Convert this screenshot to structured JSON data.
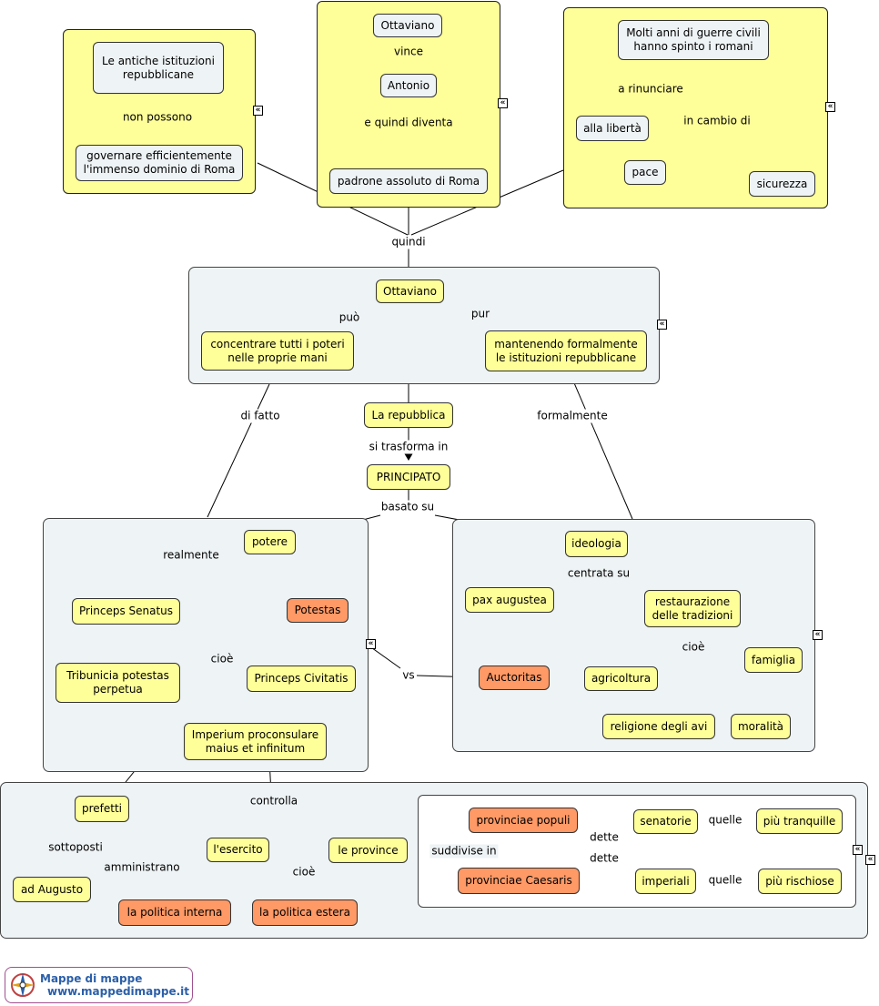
{
  "nodes": {
    "istituzioni": "Le antiche istituzioni\nrepubblicane",
    "governare": "governare efficientemente\nl'immenso dominio di Roma",
    "ottaviano_top": "Ottaviano",
    "antonio": "Antonio",
    "padrone": "padrone assoluto di Roma",
    "guerre": "Molti anni di guerre civili\nhanno spinto i romani",
    "liberta": "alla libertà",
    "pace": "pace",
    "sicurezza": "sicurezza",
    "ottaviano_mid": "Ottaviano",
    "concentrare": "concentrare tutti i poteri\nnelle proprie mani",
    "mantenendo": "mantenendo formalmente\nle istituzioni repubblicane",
    "repubblica": "La repubblica",
    "principato": "PRINCIPATO",
    "potere": "potere",
    "princeps_senatus": "Princeps Senatus",
    "potestas": "Potestas",
    "tribunicia": "Tribunicia potestas\nperpetua",
    "princeps_civitatis": "Princeps Civitatis",
    "imperium": "Imperium proconsulare\nmaius et infinitum",
    "ideologia": "ideologia",
    "pax": "pax augustea",
    "restaurazione": "restaurazione\ndelle tradizioni",
    "famiglia": "famiglia",
    "agricoltura": "agricoltura",
    "auctoritas": "Auctoritas",
    "religione": "religione degli avi",
    "moralita": "moralità",
    "prefetti": "prefetti",
    "ad_augusto": "ad Augusto",
    "politica_interna": "la politica interna",
    "esercito": "l'esercito",
    "province": "le province",
    "politica_estera": "la politica estera",
    "provinciae_populi": "provinciae populi",
    "provinciae_caesaris": "provinciae Caesaris",
    "senatorie": "senatorie",
    "imperiali": "imperiali",
    "tranquille": "più tranquille",
    "rischiose": "più rischiose"
  },
  "links": {
    "non_possono": "non possono",
    "vince": "vince",
    "e_quindi_diventa": "e quindi diventa",
    "a_rinunciare": "a rinunciare",
    "in_cambio_di": "in cambio di",
    "quindi": "quindi",
    "puo": "può",
    "pur": "pur",
    "di_fatto": "di fatto",
    "formalmente": "formalmente",
    "si_trasforma_in": "si trasforma in",
    "basato_su": "basato su",
    "realmente": "realmente",
    "cioe_1": "cioè",
    "vs": "vs",
    "centrata_su": "centrata su",
    "cioe_2": "cioè",
    "controlla": "controlla",
    "sottoposti": "sottoposti",
    "amministrano": "amministrano",
    "cioe_3": "cioè",
    "suddivise_in": "suddivise in",
    "dette_1": "dette",
    "dette_2": "dette",
    "quelle_1": "quelle",
    "quelle_2": "quelle"
  },
  "logo": {
    "line1": "Mappe di mappe",
    "line2": "www.mappedimappe.it"
  },
  "colors": {
    "yellow": "#ffff99",
    "light_blue": "#eef3f5",
    "orange": "#ff9966"
  }
}
